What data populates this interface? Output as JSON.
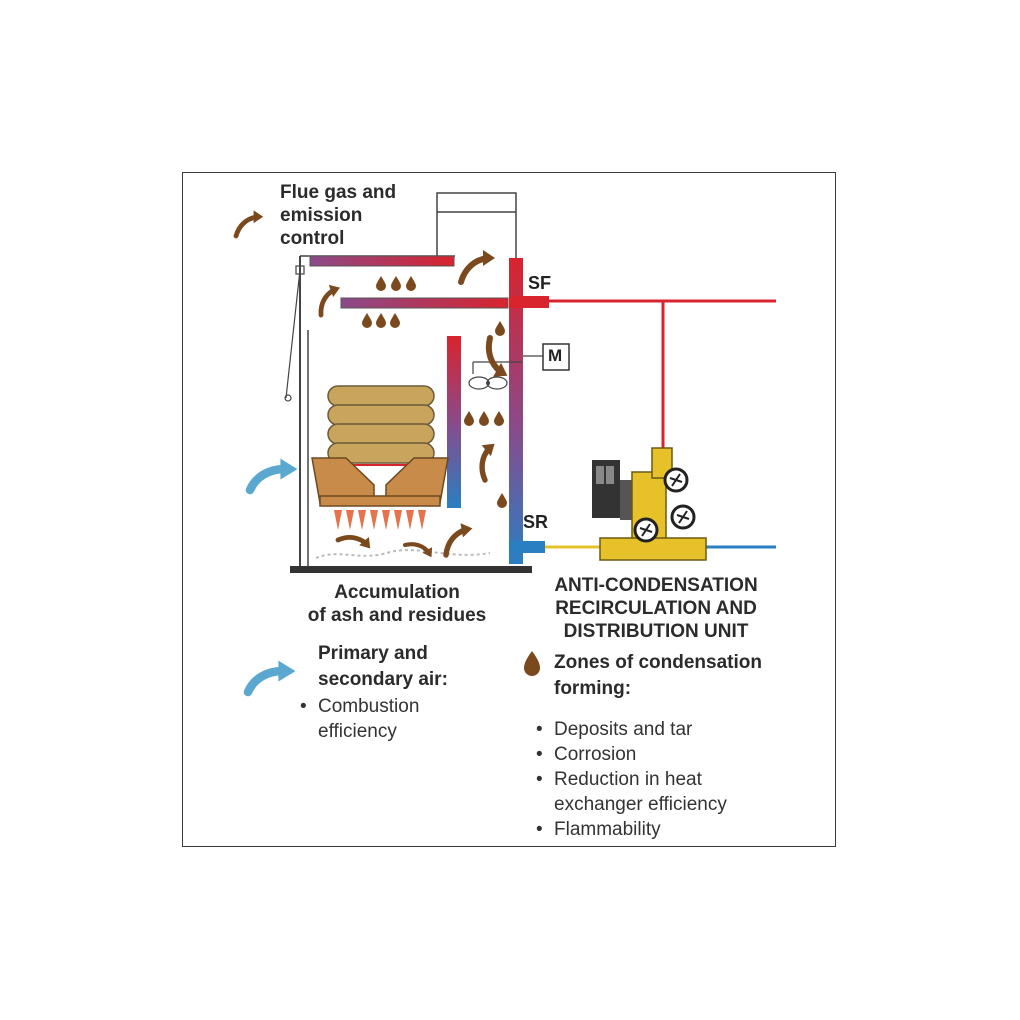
{
  "labels": {
    "flue_gas": [
      "Flue gas and",
      "emission",
      "control"
    ],
    "sf": "SF",
    "sr": "SR",
    "m": "M",
    "accumulation": [
      "Accumulation",
      "of ash and residues"
    ],
    "unit": [
      "ANTI-CONDENSATION",
      "RECIRCULATION AND",
      "DISTRIBUTION UNIT"
    ],
    "air_title": [
      "Primary and",
      "secondary air:"
    ],
    "air_items": [
      "Combustion",
      "efficiency"
    ],
    "condensation_title": [
      "Zones of condensation",
      "forming:"
    ],
    "condensation_items": [
      "Deposits and tar",
      "Corrosion",
      "Reduction in heat",
      "exchanger efficiency",
      "Flammability"
    ]
  },
  "colors": {
    "flow": "#d9232d",
    "return": "#2a7fc2",
    "mixed": "#e6c12a",
    "wood": "#c9a45c",
    "arrow_brown": "#7a4a1e",
    "air_arrow": "#5aa8d0",
    "flame": "#e8734a"
  },
  "icons": [
    "flue-arrow-icon",
    "air-arrow-icon",
    "condensation-drop-icon",
    "pump-icon",
    "fan-icon"
  ]
}
